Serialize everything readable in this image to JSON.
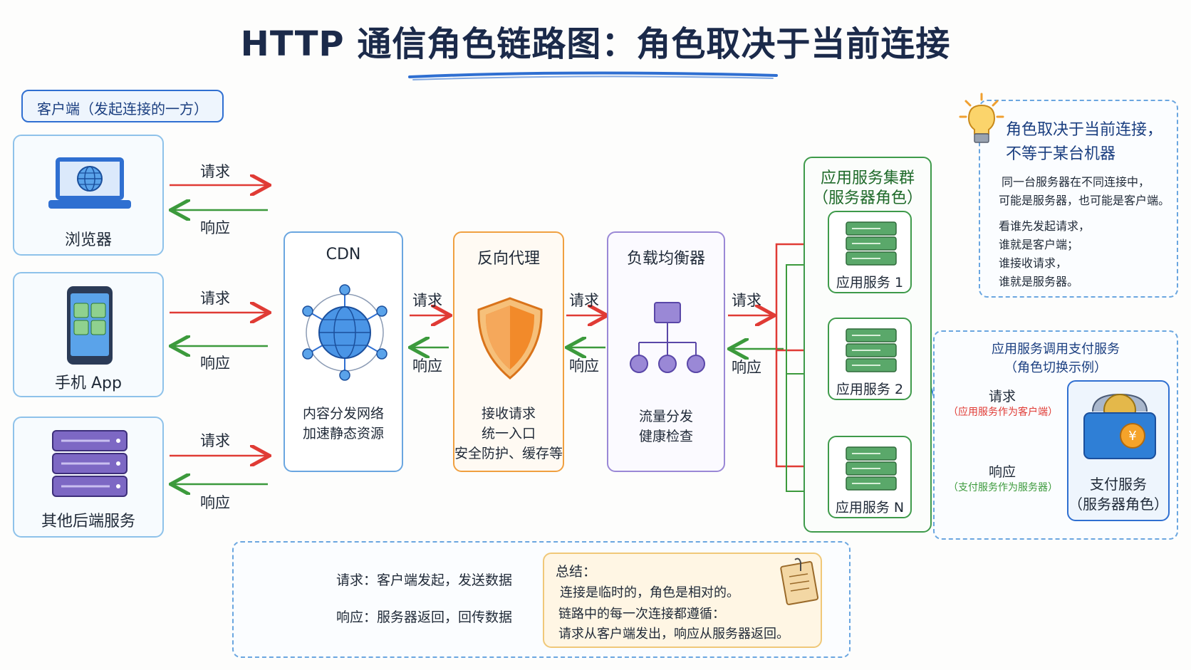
{
  "title": "HTTP 通信角色链路图：角色取决于当前连接",
  "client_group_label": "客户端（发起连接的一方）",
  "clients": [
    {
      "name": "浏览器",
      "icon": "laptop-globe-icon"
    },
    {
      "name": "手机 App",
      "icon": "smartphone-icon"
    },
    {
      "name": "其他后端服务",
      "icon": "server-stack-icon"
    }
  ],
  "request_label": "请求",
  "response_label": "响应",
  "cdn": {
    "title": "CDN",
    "desc_1": "内容分发网络",
    "desc_2": "加速静态资源",
    "icon": "network-globe-icon"
  },
  "proxy": {
    "title": "反向代理",
    "desc_1": "接收请求",
    "desc_2": "统一入口",
    "desc_3": "安全防护、缓存等",
    "icon": "shield-icon"
  },
  "lb": {
    "title": "负载均衡器",
    "desc_1": "流量分发",
    "desc_2": "健康检查",
    "icon": "hierarchy-icon"
  },
  "cluster": {
    "title_1": "应用服务集群",
    "title_2": "（服务器角色）",
    "nodes": [
      "应用服务 1",
      "应用服务 2",
      "应用服务 N"
    ]
  },
  "tip": {
    "heading_1": "角色取决于当前连接，",
    "heading_2": "不等于某台机器",
    "p1_1": "同一台服务器在不同连接中，",
    "p1_2": "可能是服务器，也可能是客户端。",
    "p2_1": "看谁先发起请求，",
    "p2_2": "谁就是客户端；",
    "p2_3": "谁接收请求，",
    "p2_4": "谁就是服务器。",
    "icon": "lightbulb-icon"
  },
  "payment": {
    "title_1": "应用服务调用支付服务",
    "title_2": "（角色切换示例）",
    "req": "请求",
    "req_note": "（应用服务作为客户端）",
    "resp": "响应",
    "resp_note": "（支付服务作为服务器）",
    "service_1": "支付服务",
    "service_2": "（服务器角色）",
    "icon": "wallet-yen-icon"
  },
  "legend": {
    "req": "请求：客户端发起，发送数据",
    "resp": "响应：服务器返回，回传数据"
  },
  "summary": {
    "title": "总结：",
    "line_1": "连接是临时的，角色是相对的。",
    "line_2": "链路中的每一次连接都遵循：",
    "line_3": "请求从客户端发出，响应从服务器返回。",
    "icon": "notepad-icon"
  },
  "colors": {
    "request": "#e03b35",
    "response": "#3c9a3c",
    "blue": "#2f7fd6",
    "orange": "#f08a2a",
    "purple": "#7d68c4",
    "green": "#3e9a4a"
  }
}
